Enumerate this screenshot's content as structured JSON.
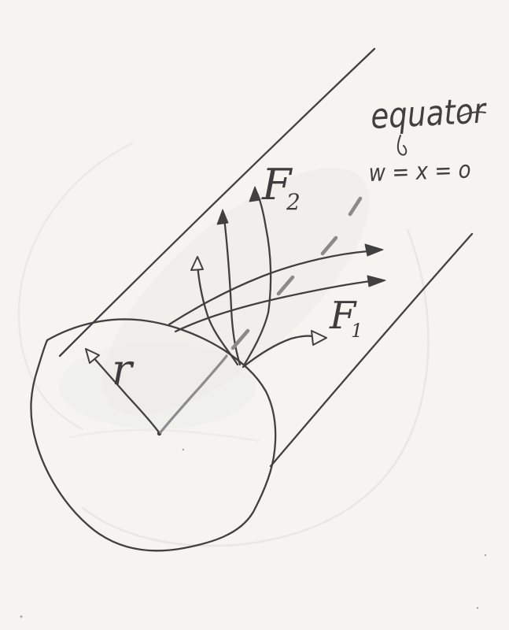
{
  "figure": {
    "kind": "hand-drawn physics sketch of a cylinder with field lines",
    "labels": {
      "equator": "equator",
      "equator_condition": "w = x = o",
      "force1_base": "F",
      "force1_sub": "1",
      "force2_base": "F",
      "force2_sub": "2",
      "radius": "r"
    },
    "colors": {
      "paper": "#f5f4f1",
      "ink": "#404040",
      "pencil": "#8c8c8c",
      "faint_smudge": "#e8e6e1"
    }
  }
}
